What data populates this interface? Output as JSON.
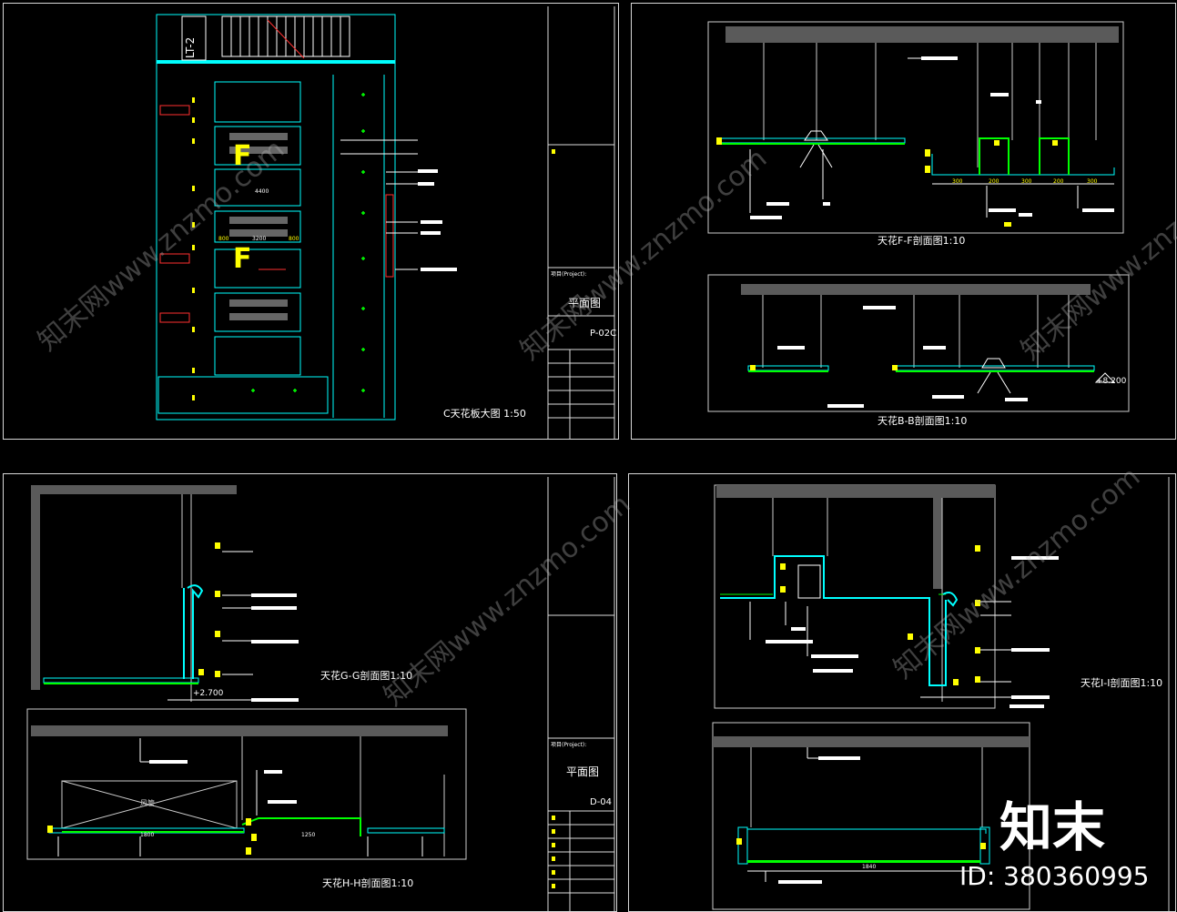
{
  "sheet1": {
    "title": "C天花板大图  1:50",
    "grid_label": "LT-2",
    "dims": [
      "4400",
      "800",
      "3200",
      "800"
    ],
    "big_letter": "F",
    "tb_sheet_name": "平面图",
    "tb_drawing_no": "P-02C",
    "tb_project": "项目(Project):"
  },
  "sheet2": {
    "title_top": "天花F-F剖面图1:10",
    "title_bottom": "天花B-B剖面图1:10",
    "dims": [
      "300",
      "200",
      "300",
      "200",
      "300"
    ],
    "level": "+8.200"
  },
  "sheet3": {
    "title_top": "天花G-G剖面图1:10",
    "title_bottom": "天花H-H剖面图1:10",
    "level": "+2.700",
    "box_label": "风管",
    "dims": [
      "1800",
      "1250"
    ],
    "tb_sheet_name": "平面图",
    "tb_drawing_no": "D-04",
    "tb_project": "项目(Project):"
  },
  "sheet4": {
    "title_top": "天花I-I剖面图1:10",
    "dim": "1840"
  },
  "brand": {
    "logo": "知末",
    "id": "ID: 380360995",
    "watermark": "知末网www.znzmo.com"
  },
  "colors": {
    "background": "#000000",
    "cyan": "#00ffff",
    "yellow": "#ffff00",
    "green": "#00ff00",
    "red": "#ff2a2a",
    "grey": "#5a5a5a"
  }
}
